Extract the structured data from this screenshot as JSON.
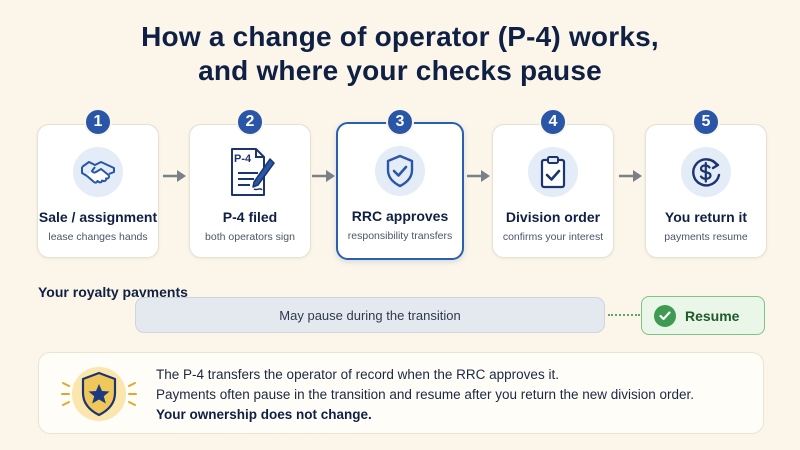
{
  "title": {
    "line1": "How a change of operator (P-4) works,",
    "line2": "and where your checks pause"
  },
  "steps": [
    {
      "number": "1",
      "title": "Sale / assignment",
      "subtitle": "lease changes hands",
      "icon": "handshake-icon"
    },
    {
      "number": "2",
      "title": "P-4 filed",
      "subtitle": "both operators sign",
      "icon": "p4-form-icon",
      "form_label": "P-4"
    },
    {
      "number": "3",
      "title": "RRC approves",
      "subtitle": "responsibility transfers",
      "icon": "shield-check-icon",
      "active": true
    },
    {
      "number": "4",
      "title": "Division order",
      "subtitle": "confirms your interest",
      "icon": "clipboard-check-icon"
    },
    {
      "number": "5",
      "title": "You return it",
      "subtitle": "payments resume",
      "icon": "dollar-cycle-icon"
    }
  ],
  "payments": {
    "label": "Your royalty payments",
    "pause_text": "May pause during the transition",
    "resume_label": "Resume"
  },
  "info": {
    "line1": "The P-4 transfers the operator of record when the RRC approves it.",
    "line2": "Payments often pause in the transition and resume after you return the new division order.",
    "line3": "Your ownership does not change."
  },
  "colors": {
    "background": "#fbf6e9",
    "navy": "#0f2044",
    "accent_blue": "#2a56a8",
    "resume_green": "#3f9a52",
    "pause_gray": "#e4e8ef",
    "shield_gold": "#f0c75a"
  }
}
